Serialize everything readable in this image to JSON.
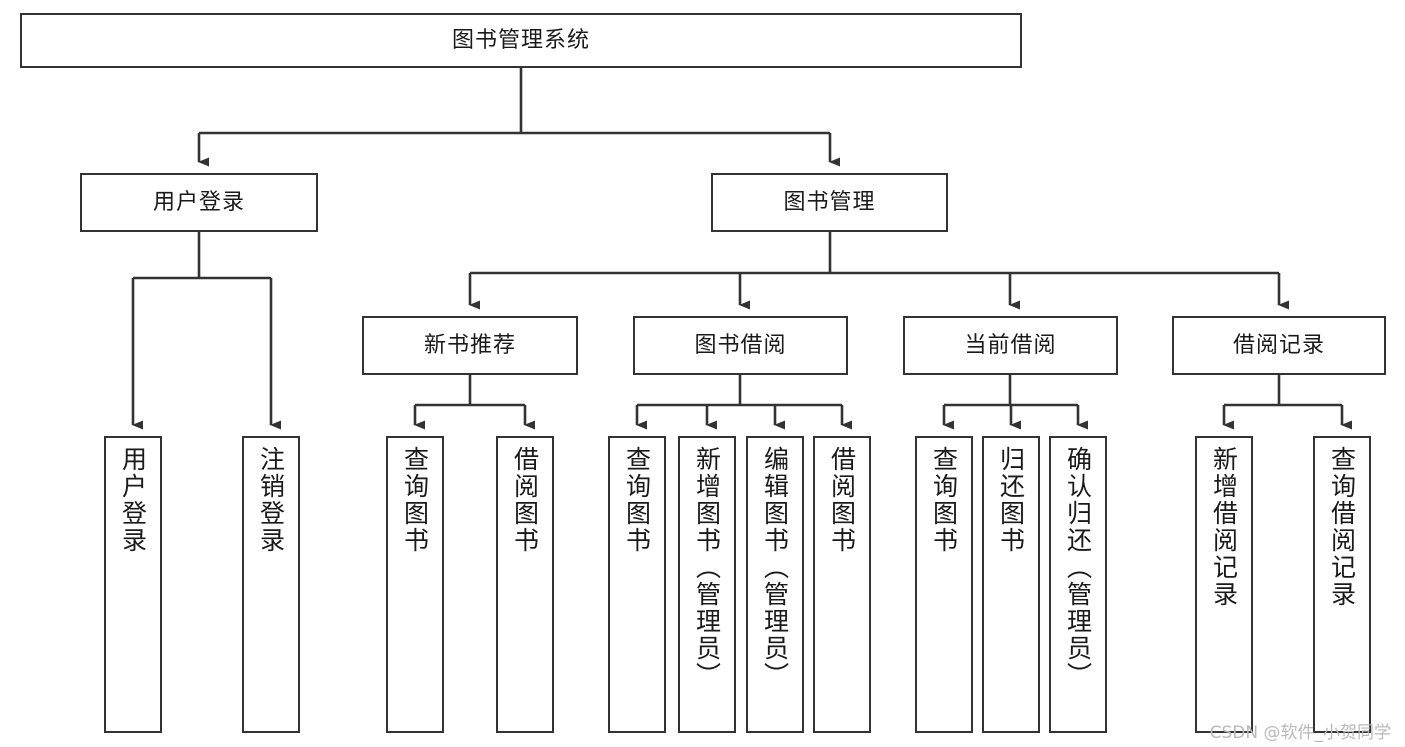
{
  "diagram": {
    "type": "tree",
    "title": "图书管理系统",
    "watermark": "CSDN @软件_小贺同学",
    "root": {
      "label": "图书管理系统"
    },
    "level2": [
      {
        "label": "用户登录"
      },
      {
        "label": "图书管理"
      }
    ],
    "level3": [
      {
        "label": "新书推荐"
      },
      {
        "label": "图书借阅"
      },
      {
        "label": "当前借阅"
      },
      {
        "label": "借阅记录"
      }
    ],
    "leaves": {
      "user_login": [
        {
          "label": "用户登录"
        },
        {
          "label": "注销登录"
        }
      ],
      "new_book_recommend": [
        {
          "label": "查询图书"
        },
        {
          "label": "借阅图书"
        }
      ],
      "book_borrow": [
        {
          "label": "查询图书"
        },
        {
          "label": "新增图书（管理员）"
        },
        {
          "label": "编辑图书（管理员）"
        },
        {
          "label": "借阅图书"
        }
      ],
      "current_borrow": [
        {
          "label": "查询图书"
        },
        {
          "label": "归还图书"
        },
        {
          "label": "确认归还（管理员）"
        }
      ],
      "borrow_record": [
        {
          "label": "新增借阅记录"
        },
        {
          "label": "查询借阅记录"
        }
      ]
    },
    "colors": {
      "stroke": "#333333",
      "fill": "#ffffff",
      "text": "#1a1a1a",
      "watermark": "#b9b9b9"
    }
  }
}
